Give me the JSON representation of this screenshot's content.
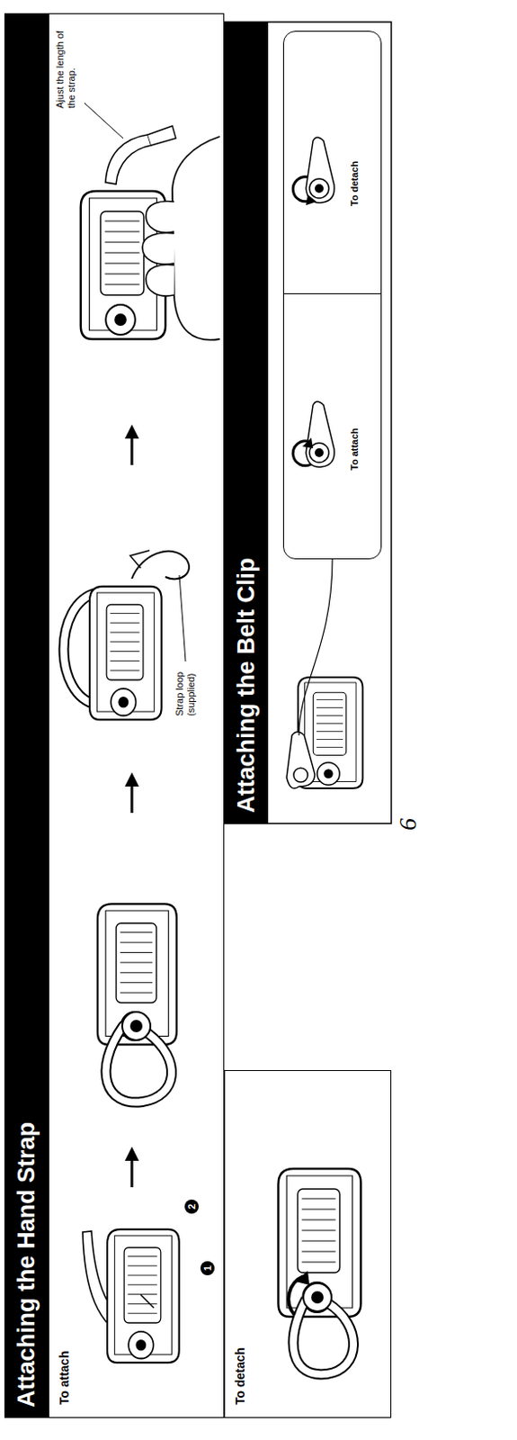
{
  "diagram": {
    "nodes": [
      {
        "text": [
          "Attaching the Hand Strap"
        ]
      },
      {
        "text": [
          "To attach"
        ]
      },
      {
        "text": [
          "To detach"
        ]
      },
      {
        "text": [
          "Attaching the Belt Clip"
        ]
      },
      {
        "text": [
          "To attach",
          "To detach"
        ]
      }
    ],
    "labels": [
      "Strap loop (supplied)",
      "Ajust the length of the strap.",
      "1",
      "2",
      "6"
    ]
  }
}
